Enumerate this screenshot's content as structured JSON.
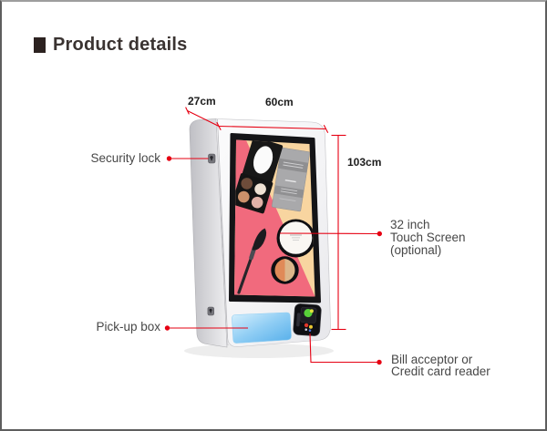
{
  "title": "Product details",
  "title_bullet_icon": "square-bullet",
  "dimensions": {
    "depth": "27cm",
    "width": "60cm",
    "height": "103cm"
  },
  "callouts": {
    "security_lock": "Security lock",
    "pickup_box": "Pick-up box",
    "touch_screen": {
      "line1": "32 inch",
      "line2": "Touch Screen",
      "line3": "(optional)"
    },
    "bill_acceptor": {
      "line1": "Bill acceptor or",
      "line2": "Credit card reader"
    }
  },
  "machine": {
    "kind": "cosmetics-vending-machine",
    "screen_items": [
      "eyeshadow-palette",
      "product-box",
      "mirror-compact",
      "blush-duo",
      "makeup-brush"
    ],
    "parts": [
      "security-lock",
      "touch-screen",
      "pickup-window",
      "card-reader"
    ]
  },
  "colors": {
    "annotation_red": "#e60012",
    "heading_text": "#3a3331",
    "label_text": "#474747",
    "screen_pink": "#f16a7d",
    "screen_peach": "#f8d5a0",
    "pickup_blue": "#54aeea",
    "cabinet_white": "#f4f4f6",
    "screen_bezel": "#141417"
  }
}
